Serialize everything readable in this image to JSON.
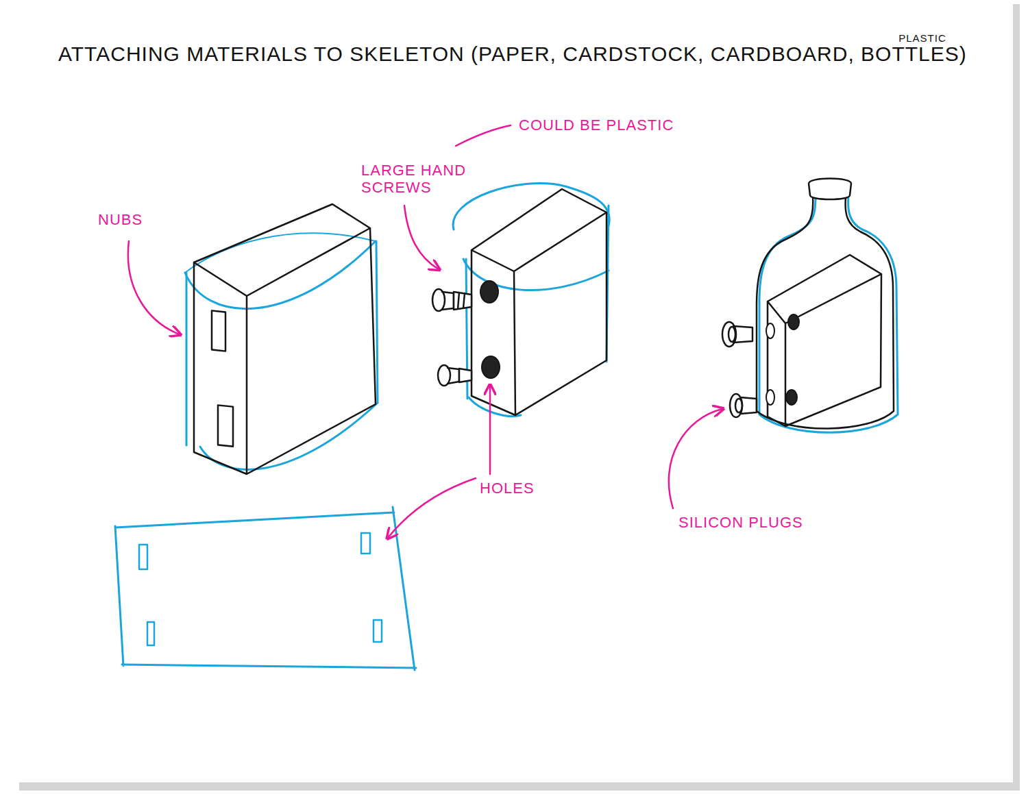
{
  "diagram": {
    "title": "ATTACHING MATERIALS TO SKELETON (PAPER, CARDSTOCK, CARDBOARD, BOTTLES)",
    "labels": [
      "PLASTIC",
      "COULD BE PLASTIC",
      "LARGE HAND SCREWS",
      "NUBS",
      "HOLES",
      "SILICON PLUGS"
    ]
  }
}
